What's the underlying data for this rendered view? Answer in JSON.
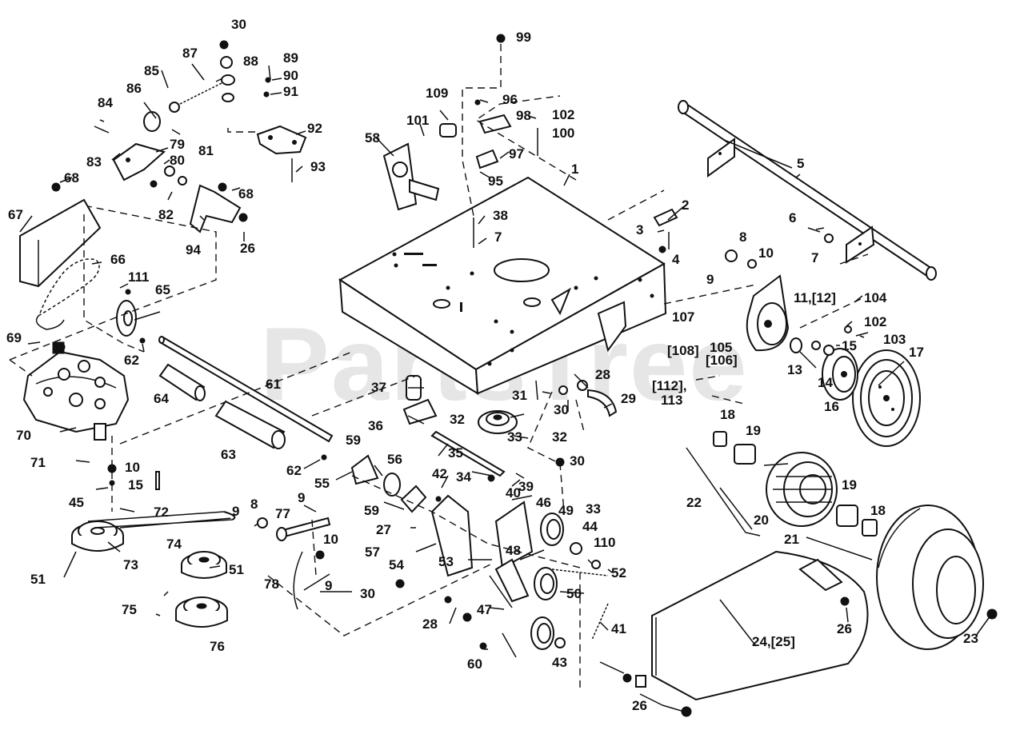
{
  "watermark": "PartsTree",
  "callouts": [
    {
      "id": "c30a",
      "text": "30"
    },
    {
      "id": "c99",
      "text": "99"
    },
    {
      "id": "c87",
      "text": "87"
    },
    {
      "id": "c88",
      "text": "88"
    },
    {
      "id": "c89",
      "text": "89"
    },
    {
      "id": "c90",
      "text": "90"
    },
    {
      "id": "c85",
      "text": "85"
    },
    {
      "id": "c91",
      "text": "91"
    },
    {
      "id": "c86",
      "text": "86"
    },
    {
      "id": "c84",
      "text": "84"
    },
    {
      "id": "c109",
      "text": "109"
    },
    {
      "id": "c96",
      "text": "96"
    },
    {
      "id": "c102a",
      "text": "102"
    },
    {
      "id": "c98",
      "text": "98"
    },
    {
      "id": "c101",
      "text": "101"
    },
    {
      "id": "c100",
      "text": "100"
    },
    {
      "id": "c92",
      "text": "92"
    },
    {
      "id": "c79",
      "text": "79"
    },
    {
      "id": "c81",
      "text": "81"
    },
    {
      "id": "c83",
      "text": "83"
    },
    {
      "id": "c80",
      "text": "80"
    },
    {
      "id": "c58",
      "text": "58"
    },
    {
      "id": "c97",
      "text": "97"
    },
    {
      "id": "c93",
      "text": "93"
    },
    {
      "id": "c5",
      "text": "5"
    },
    {
      "id": "c1",
      "text": "1"
    },
    {
      "id": "c68a",
      "text": "68"
    },
    {
      "id": "c95",
      "text": "95"
    },
    {
      "id": "c68b",
      "text": "68"
    },
    {
      "id": "c82",
      "text": "82"
    },
    {
      "id": "c67",
      "text": "67"
    },
    {
      "id": "c2",
      "text": "2"
    },
    {
      "id": "c38",
      "text": "38"
    },
    {
      "id": "c6",
      "text": "6"
    },
    {
      "id": "c3",
      "text": "3"
    },
    {
      "id": "c94",
      "text": "94"
    },
    {
      "id": "c26a",
      "text": "26"
    },
    {
      "id": "c7a",
      "text": "7"
    },
    {
      "id": "c8a",
      "text": "8"
    },
    {
      "id": "c7b",
      "text": "7"
    },
    {
      "id": "c10a",
      "text": "10"
    },
    {
      "id": "c4",
      "text": "4"
    },
    {
      "id": "c66",
      "text": "66"
    },
    {
      "id": "c9a",
      "text": "9"
    },
    {
      "id": "c111",
      "text": "111"
    },
    {
      "id": "c11",
      "text": "11,[12]"
    },
    {
      "id": "c65",
      "text": "65"
    },
    {
      "id": "c104",
      "text": "104"
    },
    {
      "id": "c69",
      "text": "69"
    },
    {
      "id": "c107",
      "text": "107"
    },
    {
      "id": "c102b",
      "text": "102"
    },
    {
      "id": "c103",
      "text": "103"
    },
    {
      "id": "c105",
      "text": "105"
    },
    {
      "id": "c108",
      "text": "[108]"
    },
    {
      "id": "c15a",
      "text": "15"
    },
    {
      "id": "c62a",
      "text": "62"
    },
    {
      "id": "c106",
      "text": "[106]"
    },
    {
      "id": "c17",
      "text": "17"
    },
    {
      "id": "c13",
      "text": "13"
    },
    {
      "id": "c14",
      "text": "14"
    },
    {
      "id": "c112",
      "text": "[112],"
    },
    {
      "id": "c37",
      "text": "37"
    },
    {
      "id": "c28a",
      "text": "28"
    },
    {
      "id": "c113",
      "text": "113"
    },
    {
      "id": "c61",
      "text": "61"
    },
    {
      "id": "c31",
      "text": "31"
    },
    {
      "id": "c64",
      "text": "64"
    },
    {
      "id": "c29",
      "text": "29"
    },
    {
      "id": "c16",
      "text": "16"
    },
    {
      "id": "c30b",
      "text": "30"
    },
    {
      "id": "c70",
      "text": "70"
    },
    {
      "id": "c36",
      "text": "36"
    },
    {
      "id": "c32a",
      "text": "32"
    },
    {
      "id": "c18a",
      "text": "18"
    },
    {
      "id": "c19a",
      "text": "19"
    },
    {
      "id": "c32b",
      "text": "32"
    },
    {
      "id": "c33a",
      "text": "33"
    },
    {
      "id": "c63",
      "text": "63"
    },
    {
      "id": "c59a",
      "text": "59"
    },
    {
      "id": "c35",
      "text": "35"
    },
    {
      "id": "c71",
      "text": "71"
    },
    {
      "id": "c56",
      "text": "56"
    },
    {
      "id": "c30c",
      "text": "30"
    },
    {
      "id": "c10b",
      "text": "10"
    },
    {
      "id": "c62b",
      "text": "62"
    },
    {
      "id": "c55",
      "text": "55"
    },
    {
      "id": "c42",
      "text": "42"
    },
    {
      "id": "c34",
      "text": "34"
    },
    {
      "id": "c39",
      "text": "39"
    },
    {
      "id": "c15b",
      "text": "15"
    },
    {
      "id": "c40",
      "text": "40"
    },
    {
      "id": "c22",
      "text": "22"
    },
    {
      "id": "c19b",
      "text": "19"
    },
    {
      "id": "c45",
      "text": "45"
    },
    {
      "id": "c72",
      "text": "72"
    },
    {
      "id": "c9b",
      "text": "9"
    },
    {
      "id": "c46",
      "text": "46"
    },
    {
      "id": "c59b",
      "text": "59"
    },
    {
      "id": "c49",
      "text": "49"
    },
    {
      "id": "c33b",
      "text": "33"
    },
    {
      "id": "c9c",
      "text": "9"
    },
    {
      "id": "c8b",
      "text": "8"
    },
    {
      "id": "c77",
      "text": "77"
    },
    {
      "id": "c20",
      "text": "20"
    },
    {
      "id": "c18b",
      "text": "18"
    },
    {
      "id": "c44",
      "text": "44"
    },
    {
      "id": "c27",
      "text": "27"
    },
    {
      "id": "c10c",
      "text": "10"
    },
    {
      "id": "c21",
      "text": "21"
    },
    {
      "id": "c110",
      "text": "110"
    },
    {
      "id": "c57",
      "text": "57"
    },
    {
      "id": "c74",
      "text": "74"
    },
    {
      "id": "c48",
      "text": "48"
    },
    {
      "id": "c54",
      "text": "54"
    },
    {
      "id": "c53",
      "text": "53"
    },
    {
      "id": "c51a",
      "text": "51"
    },
    {
      "id": "c73",
      "text": "73"
    },
    {
      "id": "c51b",
      "text": "51"
    },
    {
      "id": "c52",
      "text": "52"
    },
    {
      "id": "c78",
      "text": "78"
    },
    {
      "id": "c9d",
      "text": "9"
    },
    {
      "id": "c30d",
      "text": "30"
    },
    {
      "id": "c50",
      "text": "50"
    },
    {
      "id": "c75",
      "text": "75"
    },
    {
      "id": "c28b",
      "text": "28"
    },
    {
      "id": "c47",
      "text": "47"
    },
    {
      "id": "c41",
      "text": "41"
    },
    {
      "id": "c26b",
      "text": "26"
    },
    {
      "id": "c24",
      "text": "24,[25]"
    },
    {
      "id": "c23",
      "text": "23"
    },
    {
      "id": "c76",
      "text": "76"
    },
    {
      "id": "c60",
      "text": "60"
    },
    {
      "id": "c43",
      "text": "43"
    },
    {
      "id": "c26c",
      "text": "26"
    }
  ]
}
